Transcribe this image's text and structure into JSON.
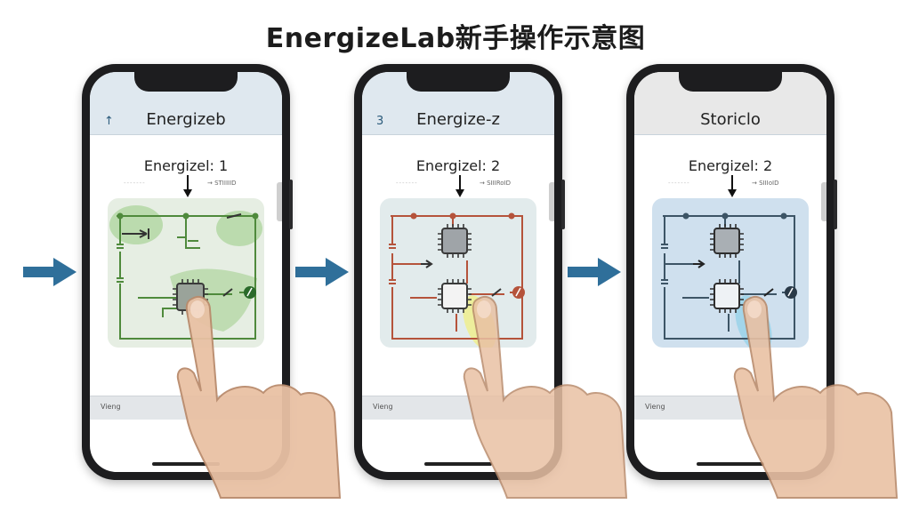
{
  "page": {
    "title": "EnergizeLab新手操作示意图"
  },
  "colors": {
    "arrow": "#2f6f9a",
    "step1_accent": "#4f8a3c",
    "step2_accent": "#b5533b",
    "step3_accent": "#3d5566"
  },
  "screens": [
    {
      "nav_glyph": "↑",
      "header_title": "Energizeb",
      "step_title": "Energizel: 1",
      "faint_left": "-------",
      "faint_right": "→ STIIIIID",
      "bottom_label": "Vieng",
      "touch_target": "processor-chip"
    },
    {
      "nav_glyph": "3",
      "header_title": "Energize-z",
      "step_title": "Energizel: 2",
      "faint_left": "-------",
      "faint_right": "→ SIIIRoID",
      "bottom_label": "Vieng",
      "touch_target": "processor-chip"
    },
    {
      "nav_glyph": "",
      "header_title": "Storiclo",
      "step_title": "Energizel: 2",
      "faint_left": "-------",
      "faint_right": "→ SIIIoID",
      "bottom_label": "Vieng",
      "touch_target": "processor-chip"
    }
  ]
}
